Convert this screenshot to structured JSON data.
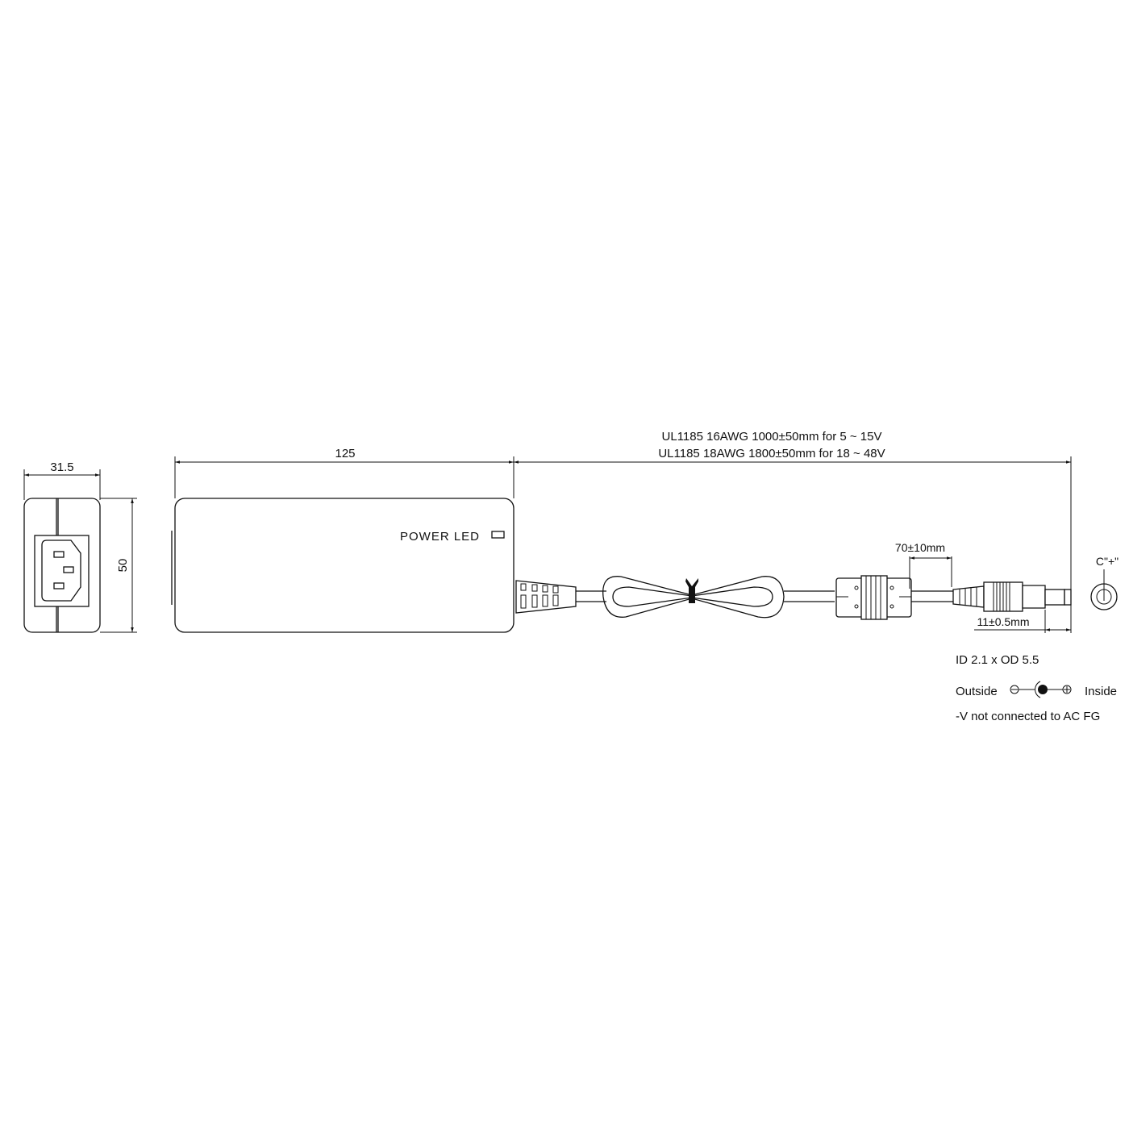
{
  "side_view": {
    "width_label": "31.5",
    "height_label": "50"
  },
  "top_view": {
    "length_label": "125",
    "led_label": "POWER LED"
  },
  "cable": {
    "spec_line1": "UL1185 16AWG 1000±50mm for 5 ~ 15V",
    "spec_line2": "UL1185 18AWG 1800±50mm for 18 ~ 48V",
    "ferrite_distance": "70±10mm",
    "plug_length": "11±0.5mm",
    "plug_type": "C\"+\""
  },
  "notes": {
    "plug_size": "ID 2.1 x OD 5.5",
    "outside_label": "Outside",
    "inside_label": "Inside",
    "fg_note": "-V not connected to AC FG"
  },
  "colors": {
    "line": "#111111",
    "background": "#ffffff"
  }
}
